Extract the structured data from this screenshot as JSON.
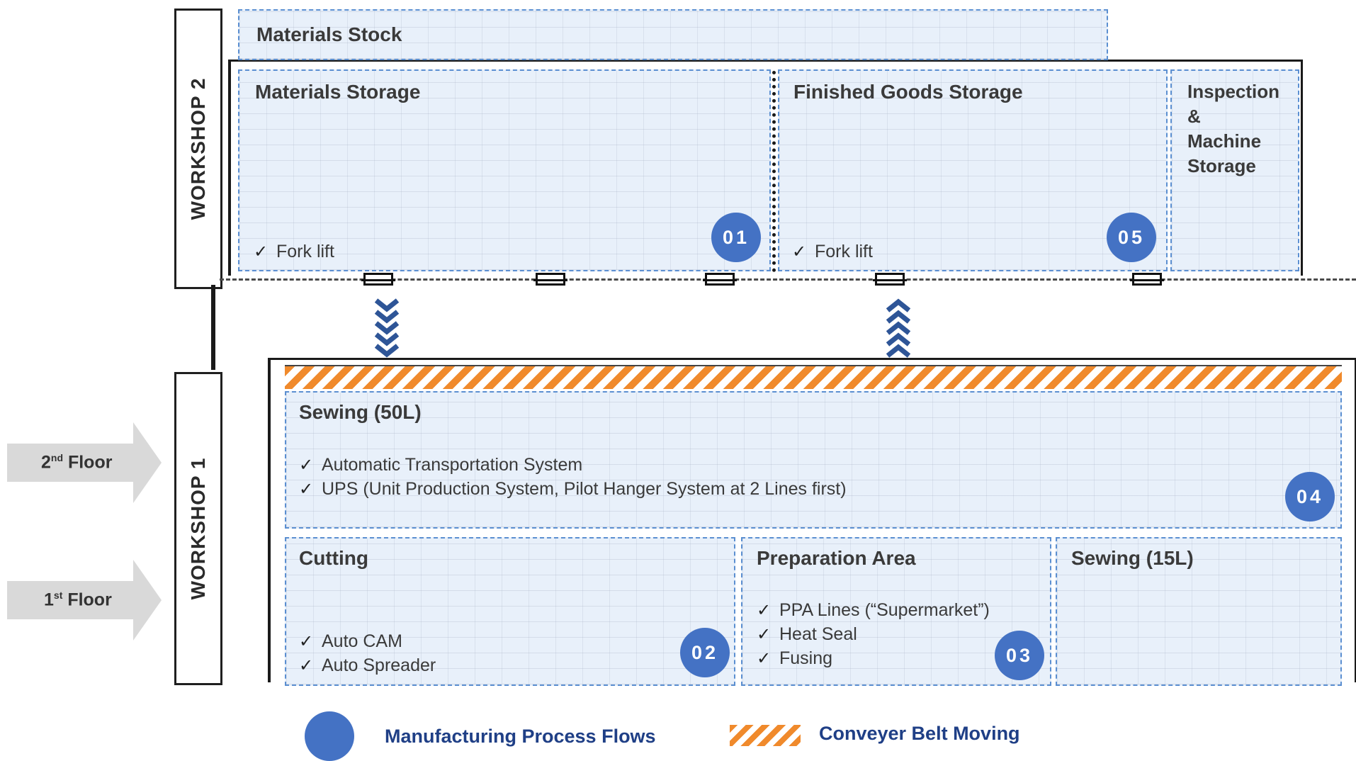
{
  "workshops": [
    {
      "label": "WORKSHOP 2"
    },
    {
      "label": "WORKSHOP 1"
    }
  ],
  "floors": [
    {
      "ordinal": "2",
      "suffix": "nd",
      "word": "Floor"
    },
    {
      "ordinal": "1",
      "suffix": "st",
      "word": "Floor"
    }
  ],
  "zones": {
    "materials_stock": {
      "title": "Materials Stock"
    },
    "materials_storage": {
      "title": "Materials Storage",
      "items": [
        "Fork lift"
      ],
      "badge": "01"
    },
    "finished_goods": {
      "title": "Finished Goods Storage",
      "items": [
        "Fork lift"
      ],
      "badge": "05"
    },
    "inspection": {
      "title_lines": [
        "Inspection",
        "&",
        "Machine",
        "Storage"
      ]
    },
    "sewing_50": {
      "title": "Sewing (50L)",
      "items": [
        "Automatic Transportation System",
        "UPS (Unit Production System, Pilot Hanger System at 2 Lines first)"
      ],
      "badge": "04"
    },
    "cutting": {
      "title": "Cutting",
      "items": [
        "Auto CAM",
        "Auto Spreader"
      ],
      "badge": "02"
    },
    "preparation": {
      "title": "Preparation Area",
      "items": [
        "PPA Lines (“Supermarket”)",
        "Heat Seal",
        "Fusing"
      ],
      "badge": "03"
    },
    "sewing_15": {
      "title": "Sewing (15L)"
    }
  },
  "check_mark": "✓",
  "legend": {
    "process_flows": "Manufacturing Process Flows",
    "conveyor": "Conveyer Belt Moving"
  },
  "colors": {
    "zone_fill": "#d6e3f5",
    "zone_border": "#5b8fd1",
    "badge": "#4472c4",
    "conveyor": "#f08a2c",
    "legend_text": "#1f3f86",
    "arrow_blue": "#2e5597"
  }
}
